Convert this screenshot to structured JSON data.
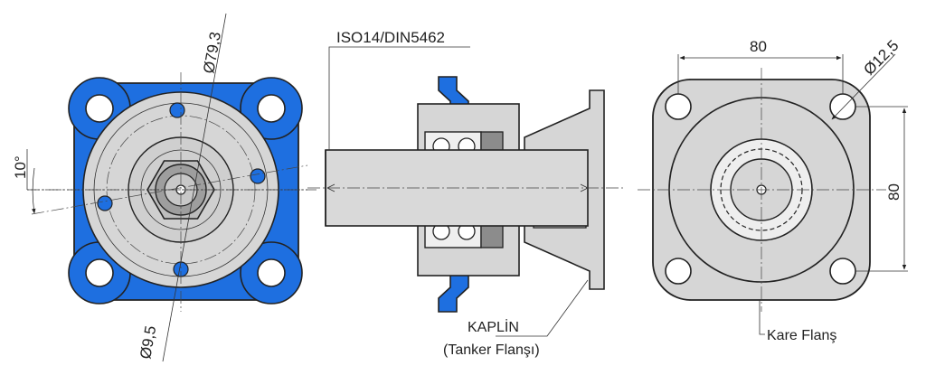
{
  "labels": {
    "pitch_diameter": "Ø79,3",
    "hole_diameter": "Ø9,5",
    "angle": "10°",
    "standard": "ISO14/DIN5462",
    "coupling": "KAPLİN",
    "coupling_note": "(Tanker Flanşı)",
    "width": "80",
    "height": "80",
    "flange_hole": "Ø12,5",
    "flange_name": "Kare Flanş"
  },
  "colors": {
    "flange_blue": "#1e6fe0",
    "body_gray": "#d6d6d6",
    "line": "#222222"
  }
}
